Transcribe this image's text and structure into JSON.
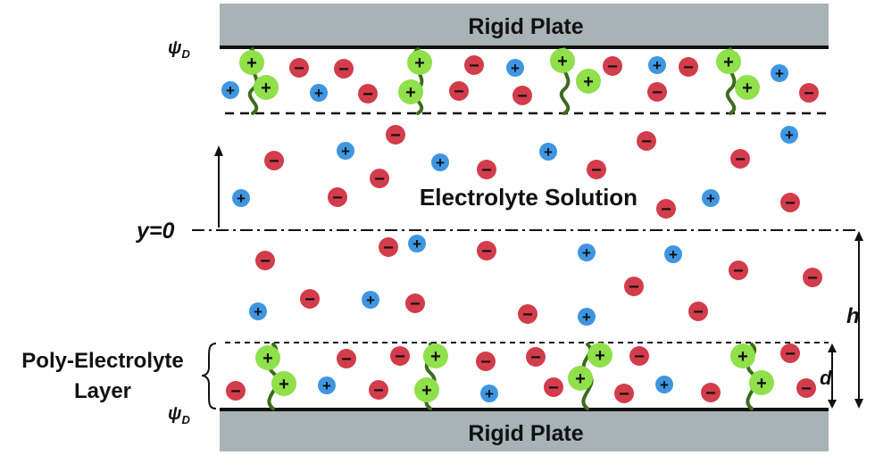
{
  "labels": {
    "top_plate": "Rigid Plate",
    "bottom_plate": "Rigid Plate",
    "psi_top": "ψ",
    "psi_top_sub": "D",
    "psi_bottom": "ψ",
    "psi_bottom_sub": "D",
    "electrolyte": "Electrolyte Solution",
    "y_zero": "y=0",
    "h": "h",
    "d": "d",
    "pe_line1": "Poly-Electrolyte",
    "pe_line2": "Layer"
  },
  "ions": {
    "plus_sign": "+",
    "minus_sign": "−"
  },
  "colors": {
    "plate_fill": "#a7b3b5",
    "plate_line": "#111111",
    "anion": "#d23c4b",
    "cation": "#3f96e0",
    "fixed_charge": "#8fe04a",
    "chain": "#3d6b1c"
  }
}
